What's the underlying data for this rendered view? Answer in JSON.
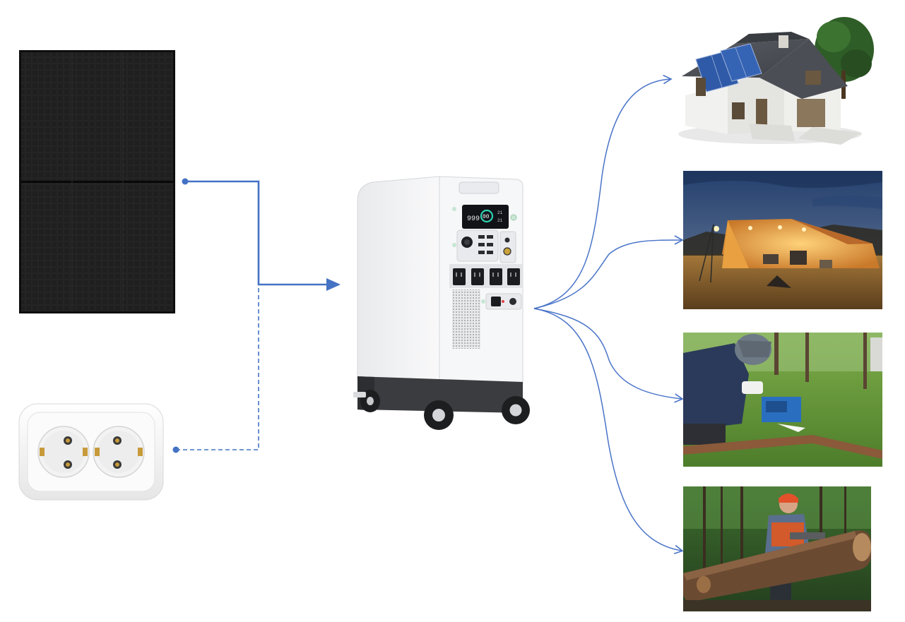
{
  "diagram": {
    "title": "",
    "nodes": {
      "sources": [
        {
          "id": "solar-panel",
          "icon": "solar-panel-icon",
          "label": ""
        },
        {
          "id": "wall-socket",
          "icon": "wall-socket-icon",
          "label": ""
        }
      ],
      "hub": {
        "id": "portable-power-station",
        "icon": "power-station-icon",
        "label": "",
        "display": {
          "left_value": "999",
          "center_value": "00",
          "right_top": "21",
          "right_bottom": "21"
        }
      },
      "outputs": [
        {
          "id": "house",
          "icon": "house-with-solar-roof-icon",
          "label": ""
        },
        {
          "id": "camping",
          "icon": "camping-tent-night-icon",
          "label": ""
        },
        {
          "id": "welding",
          "icon": "outdoor-welding-icon",
          "label": ""
        },
        {
          "id": "chainsaw",
          "icon": "chainsaw-logging-icon",
          "label": ""
        }
      ]
    },
    "edges": [
      {
        "from": "solar-panel",
        "to": "portable-power-station",
        "style": "solid"
      },
      {
        "from": "wall-socket",
        "to": "portable-power-station",
        "style": "dashed"
      },
      {
        "from": "portable-power-station",
        "to": "house",
        "style": "curved"
      },
      {
        "from": "portable-power-station",
        "to": "camping",
        "style": "curved"
      },
      {
        "from": "portable-power-station",
        "to": "welding",
        "style": "curved"
      },
      {
        "from": "portable-power-station",
        "to": "chainsaw",
        "style": "curved"
      }
    ],
    "colors": {
      "connector": "#4472c4",
      "connector_light": "#5b7fd0",
      "panel_cell": "#1a1a1a",
      "station_body": "#f2f3f5",
      "station_base": "#3a3a3a",
      "socket_body": "#f7f7f7",
      "sky_night": "#2b3f63",
      "grass": "#6fa03b",
      "forest": "#2f5a2a"
    }
  }
}
